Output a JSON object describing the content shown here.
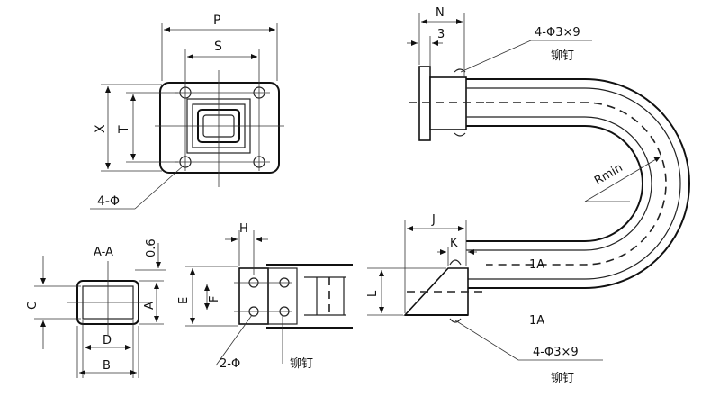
{
  "labels": {
    "P": "P",
    "S": "S",
    "X": "X",
    "T": "T",
    "bolt_holes": "4-Φ",
    "N": "N",
    "three": "3",
    "rivet_spec_top": "4-Φ3×9",
    "rivet_top": "铆钉",
    "Rmin": "Rmin",
    "J": "J",
    "K": "K",
    "L": "L",
    "oneA_top": "1A",
    "oneA_bottom": "1A",
    "rivet_spec_bottom": "4-Φ3×9",
    "rivet_bottom": "铆钉",
    "section": "A-A",
    "zero_six": "0.6",
    "C": "C",
    "A": "A",
    "D": "D",
    "B": "B",
    "H": "H",
    "E": "E",
    "F": "F",
    "two_holes": "2-Φ",
    "rivet_side": "铆钉"
  }
}
